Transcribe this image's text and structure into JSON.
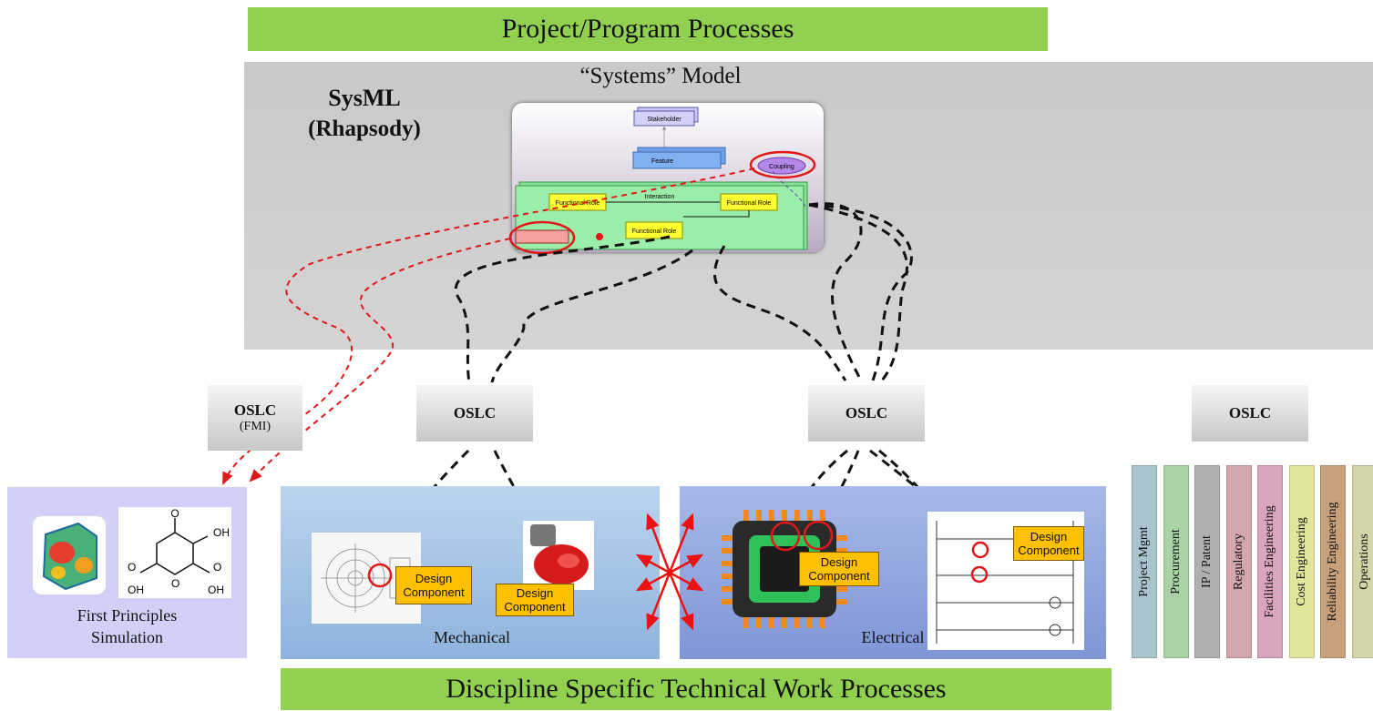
{
  "banners": {
    "top": "Project/Program Processes",
    "bottom": "Discipline Specific Technical Work Processes"
  },
  "sysml": {
    "title": "SysML",
    "subtitle": "(Rhapsody)",
    "model_caption": "“Systems” Model",
    "model": {
      "stakeholder": "Stakeholder",
      "feature": "Feature",
      "coupling": "Coupling",
      "interaction": "Interaction",
      "functional_role_a": "Functional Role",
      "functional_role_b": "Functional Role",
      "functional_role_c": "Functional Role"
    }
  },
  "oslc": {
    "fmi_title": "OSLC",
    "fmi_sub": "(FMI)",
    "mech": "OSLC",
    "elec": "OSLC",
    "other": "OSLC"
  },
  "panels": {
    "simulation_label_1": "First Principles",
    "simulation_label_2": "Simulation",
    "mechanical": "Mechanical",
    "electrical": "Electrical"
  },
  "design_components": [
    {
      "line1": "Design",
      "line2": "Component"
    },
    {
      "line1": "Design",
      "line2": "Component"
    },
    {
      "line1": "Design",
      "line2": "Component"
    },
    {
      "line1": "Design",
      "line2": "Component"
    }
  ],
  "disciplines": [
    {
      "label": "Project Mgmt",
      "color": "#a9c4cc"
    },
    {
      "label": "Procurement",
      "color": "#a9d3a6"
    },
    {
      "label": "IP / Patent",
      "color": "#b0b0b0"
    },
    {
      "label": "Regulatory",
      "color": "#d4a7ad"
    },
    {
      "label": "Facilities Engineering",
      "color": "#d9a4bd"
    },
    {
      "label": "Cost Engineering",
      "color": "#e3e59d"
    },
    {
      "label": "Reliability Engineering",
      "color": "#c8a17c"
    },
    {
      "label": "Operations",
      "color": "#d3d5a8"
    }
  ],
  "colors": {
    "banner": "#92d050",
    "highlight": "#e01818",
    "design_component": "#ffc000"
  }
}
